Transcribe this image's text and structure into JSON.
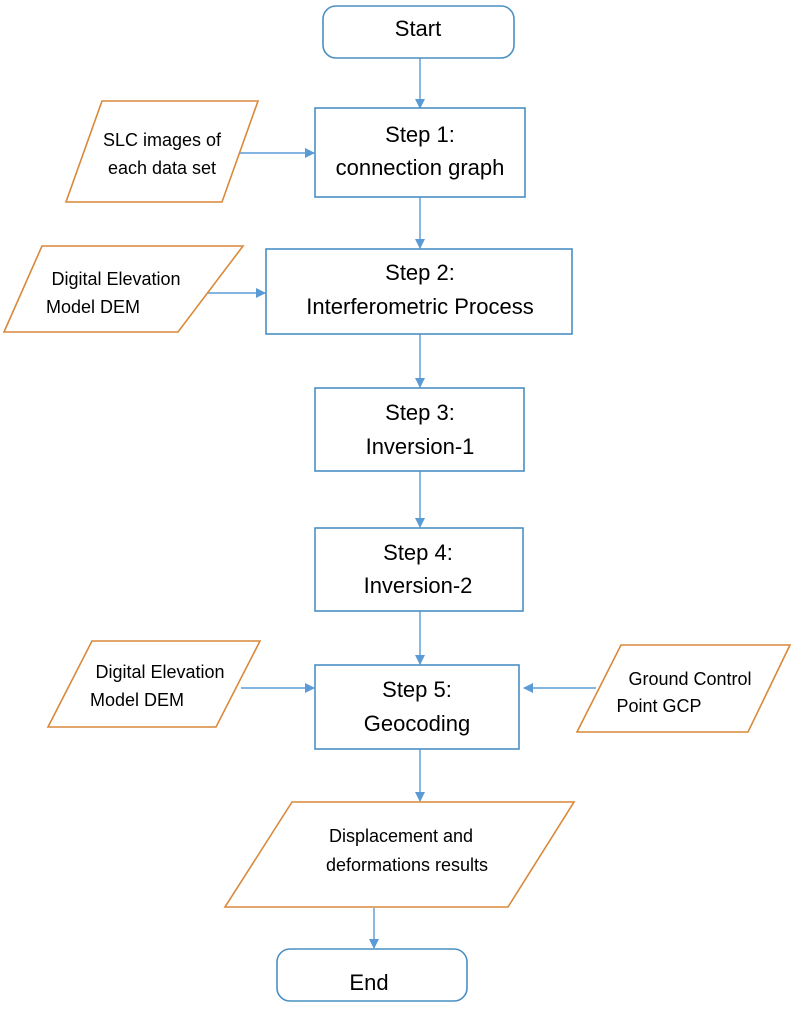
{
  "colors": {
    "process_border": "#4a90c4",
    "io_border": "#d9893a",
    "arrow": "#5b9bd5",
    "text": "#000000",
    "background": "#ffffff"
  },
  "nodes": {
    "start": "Start",
    "step1": {
      "line1": "Step 1:",
      "line2": "connection graph"
    },
    "step2": {
      "line1": "Step 2:",
      "line2": "Interferometric Process"
    },
    "step3": {
      "line1": "Step 3:",
      "line2": "Inversion-1"
    },
    "step4": {
      "line1": "Step 4:",
      "line2": "Inversion-2"
    },
    "step5": {
      "line1": "Step 5:",
      "line2": "Geocoding"
    },
    "end": "End"
  },
  "inputs": {
    "slc": {
      "line1": "SLC images of",
      "line2": "each data set"
    },
    "dem1": {
      "line1": "Digital Elevation",
      "line2": "Model DEM"
    },
    "dem2": {
      "line1": "Digital Elevation",
      "line2": "Model DEM"
    },
    "gcp": {
      "line1": "Ground Control",
      "line2": "Point GCP"
    }
  },
  "outputs": {
    "results": {
      "line1": "Displacement and",
      "line2": "deformations results"
    }
  }
}
